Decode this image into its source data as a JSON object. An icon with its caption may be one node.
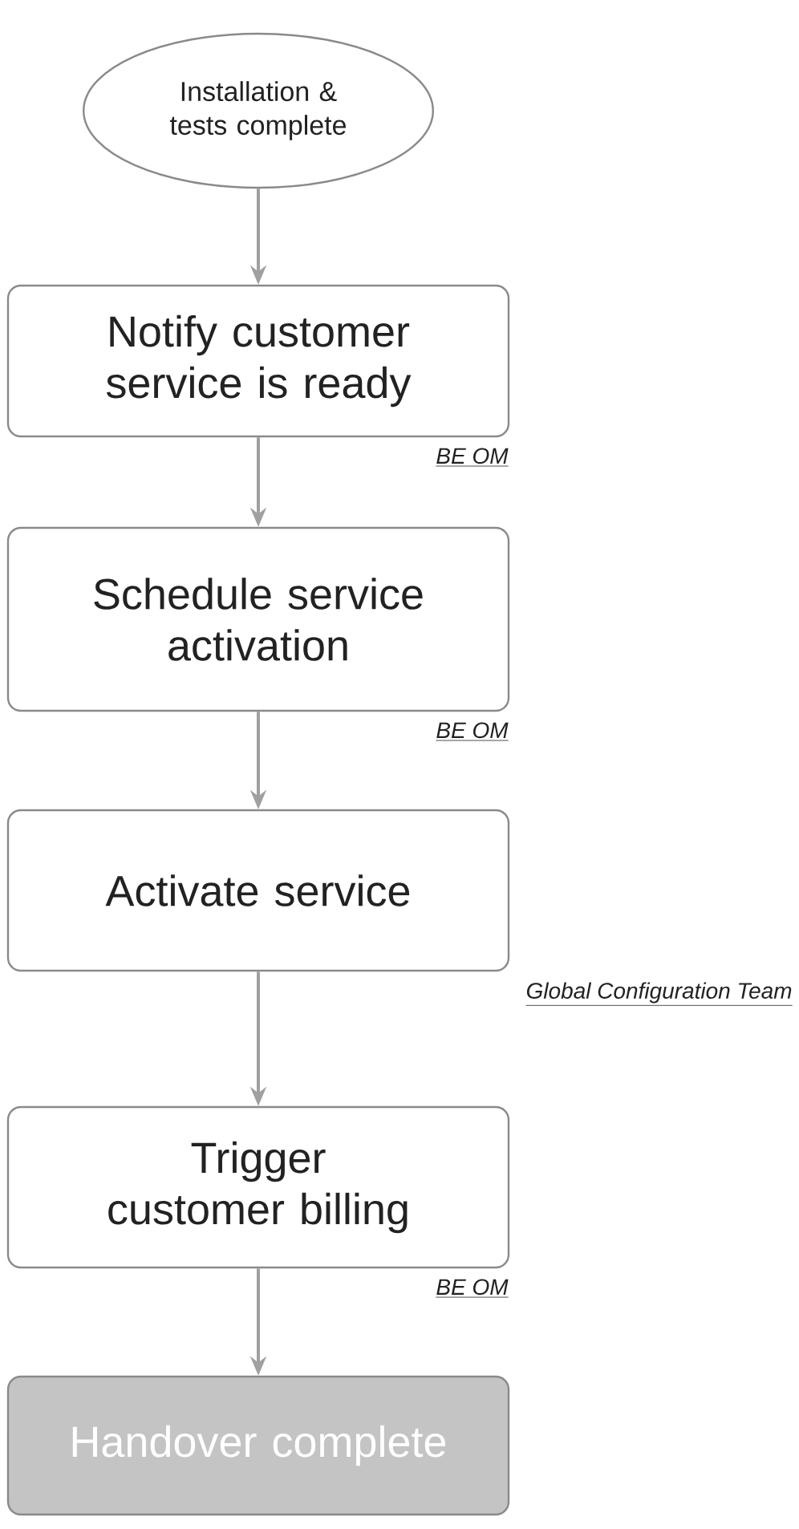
{
  "diagram": {
    "nodes": [
      {
        "text": [
          "Installation & tests complete"
        ]
      },
      {
        "text": [
          "Notify customer service is ready"
        ],
        "beside": [
          "BE OM"
        ]
      },
      {
        "text": [
          "Schedule service activation"
        ],
        "beside": [
          "BE OM"
        ]
      },
      {
        "text": [
          "Activate service"
        ],
        "beside": [
          "Global Configuration Team"
        ]
      },
      {
        "text": [
          "Trigger customer billing"
        ],
        "beside": [
          "BE OM"
        ]
      },
      {
        "text": [
          "Handover complete"
        ]
      }
    ],
    "edges": [
      {
        "from": 0,
        "to": 1,
        "arrow": "to"
      },
      {
        "from": 1,
        "to": 2,
        "arrow": "to"
      },
      {
        "from": 2,
        "to": 3,
        "arrow": "to"
      },
      {
        "from": 3,
        "to": 4,
        "arrow": "to"
      },
      {
        "from": 4,
        "to": 5,
        "arrow": "to"
      }
    ]
  }
}
